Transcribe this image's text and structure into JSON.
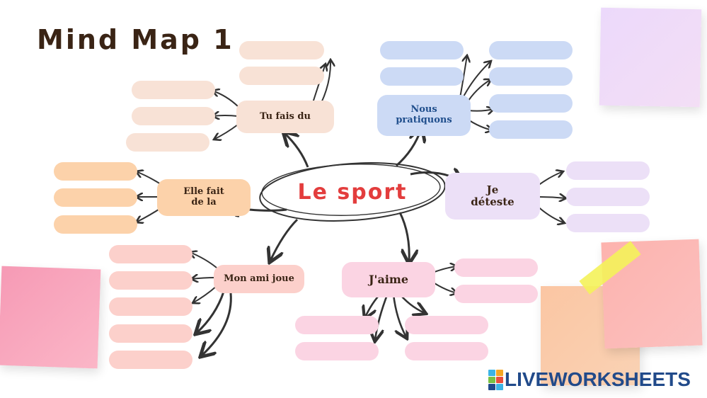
{
  "title": "Mind Map 1",
  "center_label": "Le sport",
  "branches": {
    "tu_fais_du": "Tu fais du",
    "nous_pratiquons": "Nous pratiquons",
    "je_deteste": "Je déteste",
    "elle_fait_de_la": "Elle fait de la",
    "mon_ami_joue": "Mon ami joue",
    "j_aime": "J'aime"
  },
  "branch_text_colors": {
    "tu_fais_du": "#3a2415",
    "nous_pratiquons": "#1f4e8c",
    "je_deteste": "#3a2415",
    "elle_fait_de_la": "#3a2415",
    "mon_ami_joue": "#3a2415",
    "j_aime": "#3a2415"
  },
  "colors": {
    "peach_light": "#f8e2d6",
    "blue_light": "#ccdaf5",
    "purple_light": "#ece0f7",
    "orange_light": "#fcd2aa",
    "rose_light": "#fcd0cb",
    "pink_light": "#fbd4e3",
    "center_text": "#e33d3d",
    "arrow": "#333333"
  },
  "logo": "LIVEWORKSHEETS"
}
